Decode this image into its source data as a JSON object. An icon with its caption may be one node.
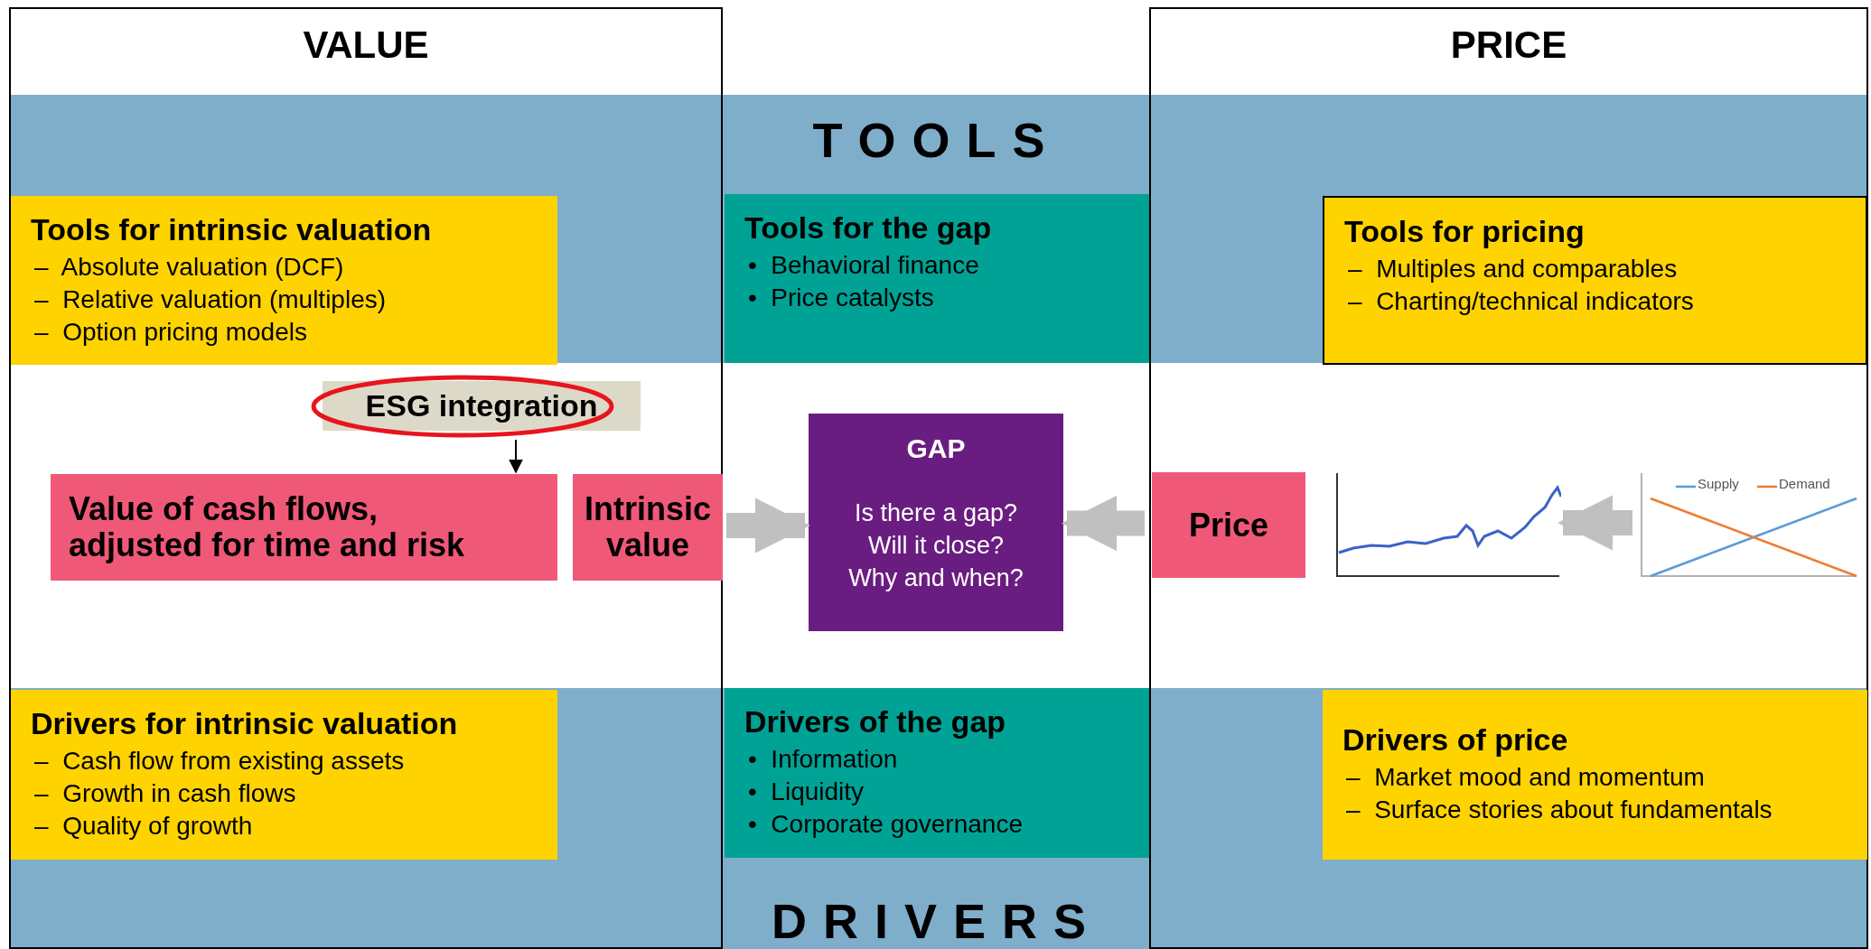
{
  "diagram": {
    "nodes": [
      {
        "text": [
          "VALUE"
        ]
      },
      {
        "text": [
          "PRICE"
        ]
      },
      {
        "text": [
          "Tools for intrinsic valuation",
          "–  Absolute valuation (DCF)",
          "–  Relative valuation (multiples)",
          "–  Option pricing models"
        ],
        "in": 0
      },
      {
        "text": [
          "Tools for the gap",
          "•  Behavioral finance",
          "•  Price catalysts"
        ]
      },
      {
        "text": [
          "Tools for pricing",
          "–  Multiples and comparables",
          "–  Charting/technical indicators"
        ],
        "in": 1
      },
      {
        "text": [
          "ESG integration"
        ],
        "in": 0
      },
      {
        "text": [
          "Value of cash flows, adjusted for time and risk"
        ],
        "in": 0
      },
      {
        "text": [
          "Intrinsic value"
        ],
        "in": 0
      },
      {
        "text": [
          "GAP",
          "Is there a gap? Will it close? Why and when?"
        ]
      },
      {
        "text": [
          "Price"
        ],
        "in": 1
      },
      {
        "text": [],
        "shape": "picture",
        "in": 1
      },
      {
        "text": [
          "Supply",
          "Demand"
        ],
        "in": 1
      },
      {
        "text": [
          "Drivers for intrinsic valuation",
          "–  Cash flow from existing assets",
          "–  Growth in cash flows",
          "–  Quality of growth"
        ],
        "in": 0
      },
      {
        "text": [
          "Drivers of the gap",
          "•  Information",
          "•  Liquidity",
          "•  Corporate governance"
        ]
      },
      {
        "text": [
          "Drivers of price",
          "–  Market mood and momentum",
          "–  Surface stories about fundamentals"
        ],
        "in": 1
      }
    ],
    "edges": [
      {
        "from": 5,
        "to": 6,
        "arrow": "to",
        "color": "#000000"
      },
      {
        "from": 7,
        "to": 8,
        "arrow": "to"
      },
      {
        "from": 9,
        "to": 8,
        "arrow": "to"
      },
      {
        "from": 11,
        "to": 10,
        "arrow": "to"
      }
    ],
    "labels": [
      "TOOLS",
      "DRIVERS"
    ]
  }
}
